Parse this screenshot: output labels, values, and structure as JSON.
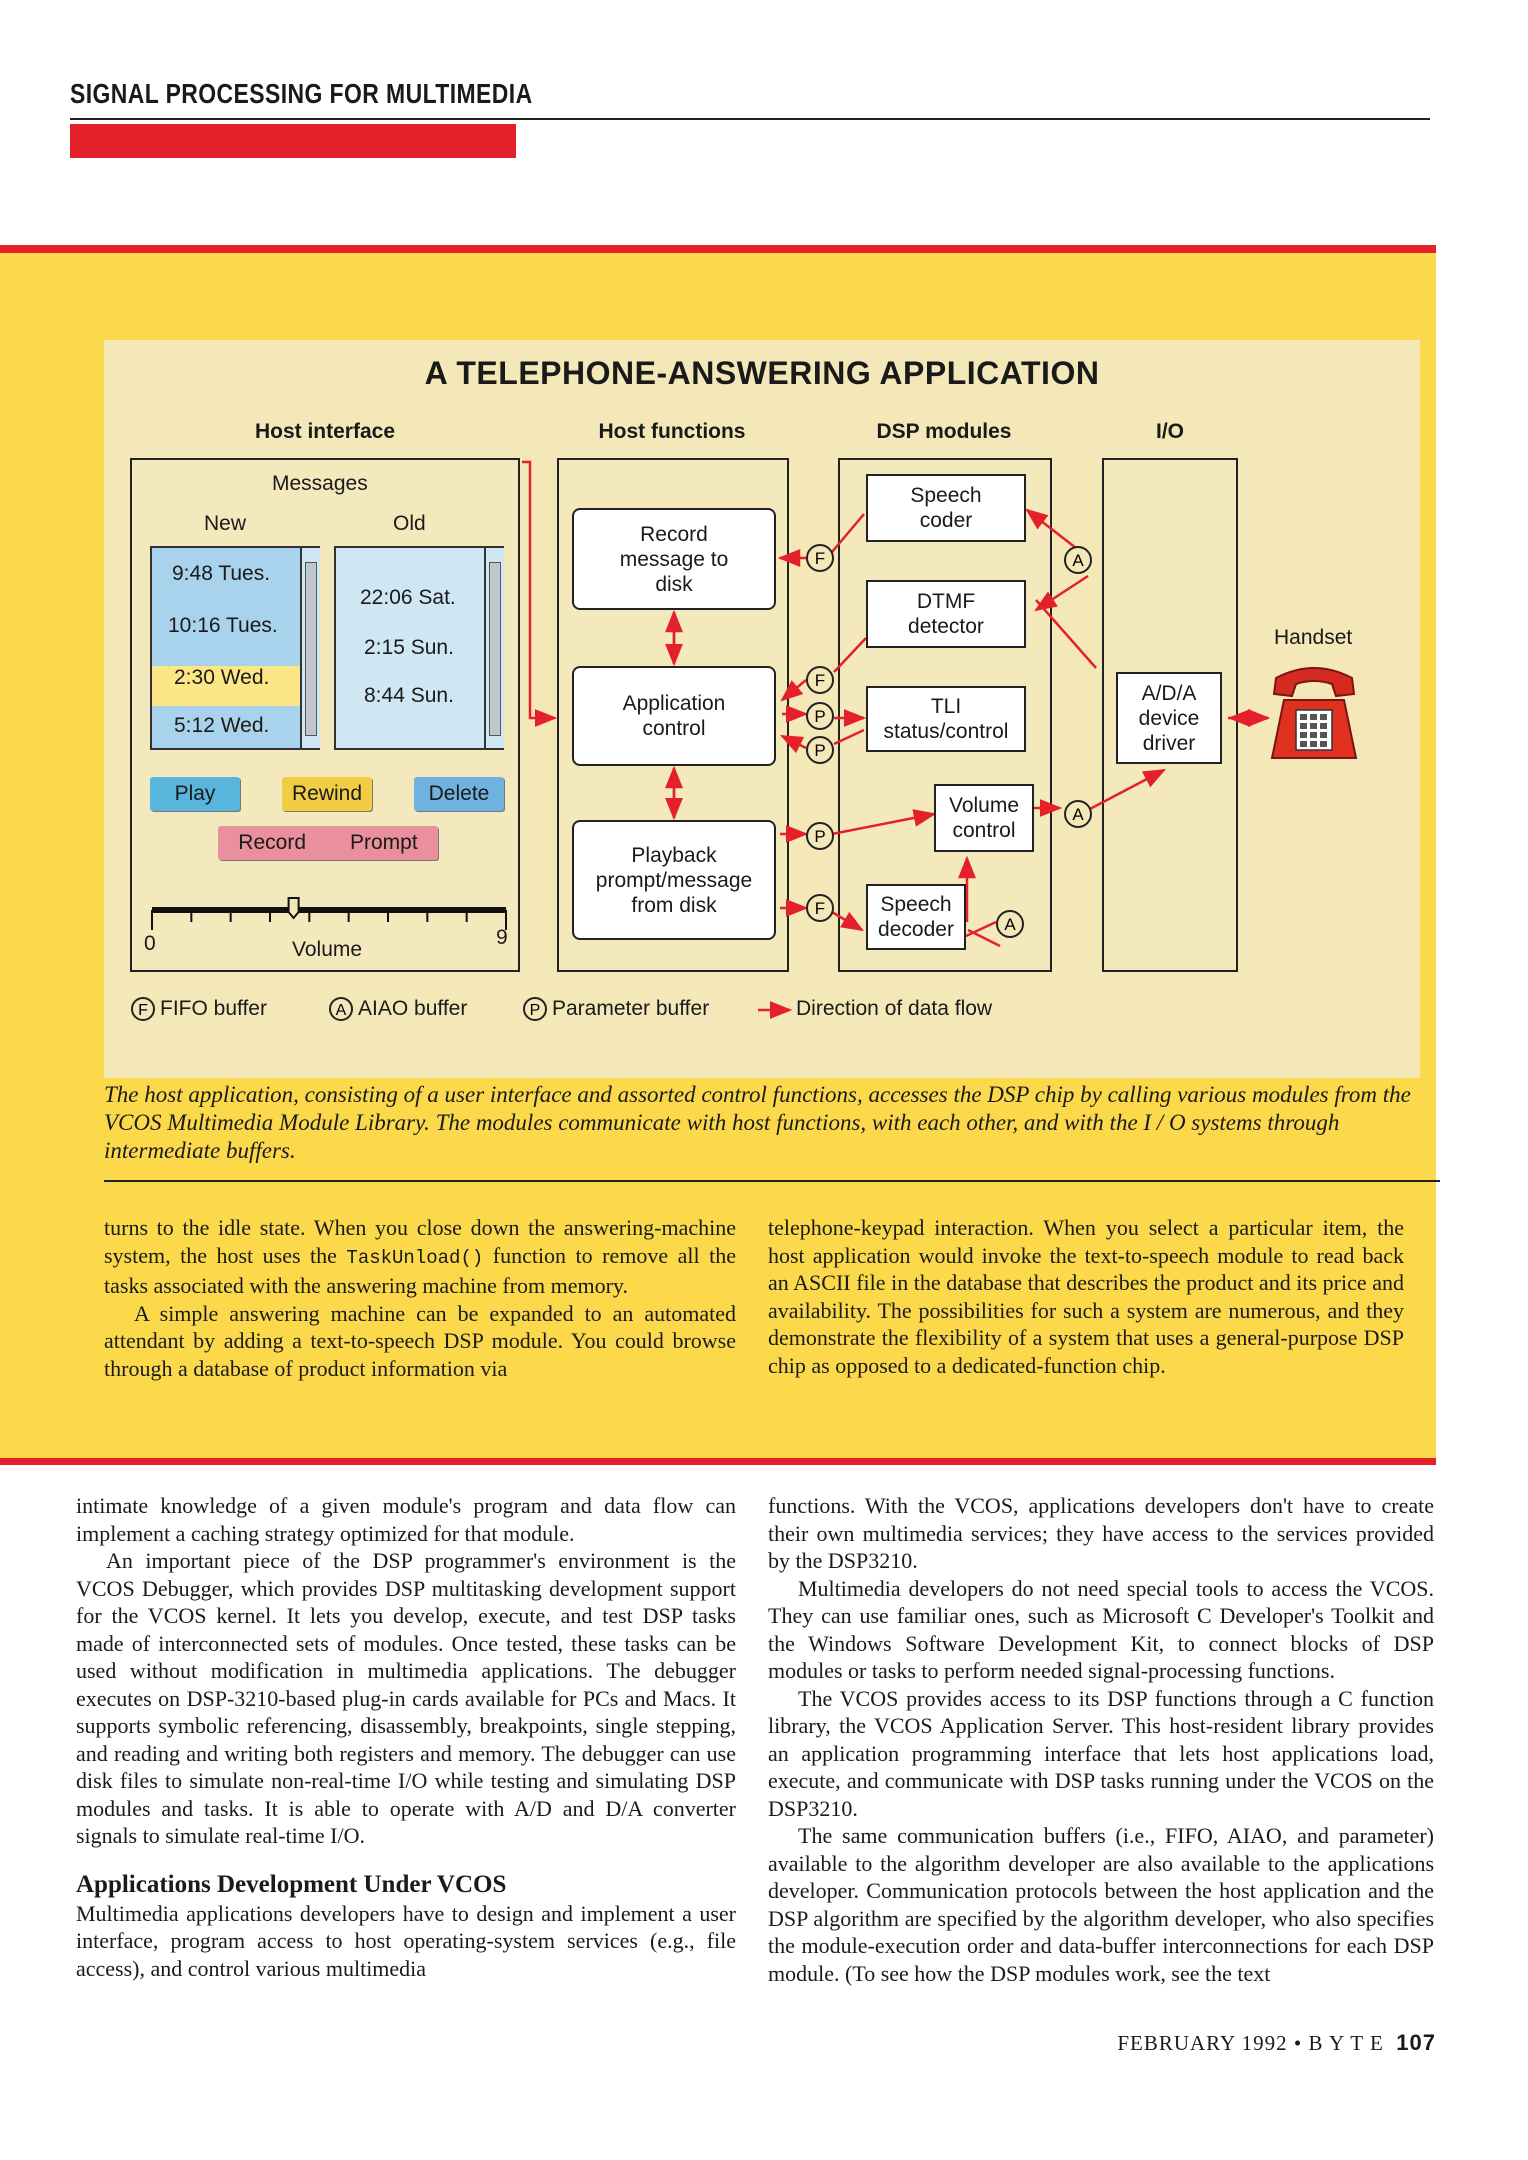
{
  "header": {
    "section_title": "SIGNAL PROCESSING FOR MULTIMEDIA"
  },
  "diagram": {
    "title": "A TELEPHONE-ANSWERING APPLICATION",
    "columns": {
      "host_interface": "Host interface",
      "host_functions": "Host functions",
      "dsp_modules": "DSP modules",
      "io": "I/O"
    },
    "host_interface": {
      "messages_label": "Messages",
      "new_label": "New",
      "old_label": "Old",
      "new_messages": [
        "9:48 Tues.",
        "10:16 Tues.",
        "2:30 Wed.",
        "5:12 Wed."
      ],
      "old_messages": [
        "22:06 Sat.",
        "2:15 Sun.",
        "8:44 Sun."
      ],
      "buttons": {
        "play": "Play",
        "rewind": "Rewind",
        "delete": "Delete",
        "record": "Record",
        "prompt": "Prompt"
      },
      "volume": {
        "label": "Volume",
        "min": "0",
        "max": "9",
        "level": 0.4
      }
    },
    "host_functions": {
      "record": "Record message to disk",
      "control": "Application control",
      "playback": "Playback prompt/message from disk"
    },
    "dsp_modules": {
      "speech_coder": "Speech coder",
      "dtmf": "DTMF detector",
      "tli": "TLI status/control",
      "volume": "Volume control",
      "speech_decoder": "Speech decoder"
    },
    "io": {
      "driver": "A/D/A device driver",
      "handset": "Handset"
    },
    "buffer_letters": {
      "fifo": "F",
      "aiao": "A",
      "param": "P"
    },
    "legend": {
      "fifo": "FIFO buffer",
      "aiao": "AIAO buffer",
      "param": "Parameter buffer",
      "flow": "Direction of data flow"
    },
    "colors": {
      "sidebar": "#fcd94b",
      "panel": "#f4e7b8",
      "red": "#e4212b",
      "list_new": "#a9d3ec",
      "list_old": "#cfe6f3",
      "highlight": "#fbe785",
      "play": "#58b6dc",
      "rewind": "#f2cc43",
      "delete": "#6fb2e0",
      "record": "#e9909c"
    }
  },
  "caption": "The host application, consisting of a user interface and assorted control functions, accesses the DSP chip by calling various modules from the VCOS Multimedia Module Library. The modules communicate with host functions, with each other, and with the I / O systems through intermediate buffers.",
  "sidebar_text": {
    "left_p1_a": "turns to the idle state. When you close down the answering-machine system, the host uses the ",
    "left_p1_code": "TaskUnload()",
    "left_p1_b": " function to remove all the tasks associated with the answering machine from memory.",
    "left_p2": "A simple answering machine can be expanded to an automated attendant by adding a text-to-speech DSP module. You could browse through a database of product information via",
    "right_p1": "telephone-keypad interaction. When you select a particular item, the host application would invoke the text-to-speech module to read back an ASCII file in the database that describes the product and its price and availability. The possibilities for such a system are numerous, and they demonstrate the flexibility of a system that uses a general-purpose DSP chip as opposed to a dedicated-function chip."
  },
  "body": {
    "left_p1": "intimate knowledge of a given module's program and data flow can implement a caching strategy optimized for that module.",
    "left_p2": "An important piece of the DSP programmer's environment is the VCOS Debugger, which provides DSP multitasking development support for the VCOS kernel. It lets you develop, execute, and test DSP tasks made of interconnected sets of modules. Once tested, these tasks can be used without modification in multimedia applications. The debugger executes on DSP-3210-based plug-in cards available for PCs and Macs. It supports symbolic referencing, disassembly, breakpoints, single stepping, and reading and writing both registers and memory. The debugger can use disk files to simulate non-real-time I/O while testing and simulating DSP modules and tasks. It is able to operate with A/D and D/A converter signals to simulate real-time I/O.",
    "left_heading": "Applications Development Under VCOS",
    "left_p3": "Multimedia applications developers have to design and implement a user interface, program access to host operating-system services (e.g., file access), and control various multimedia",
    "right_p1": "functions. With the VCOS, applications developers don't have to create their own multimedia services; they have access to the services provided by the DSP3210.",
    "right_p2": "Multimedia developers do not need special tools to access the VCOS. They can use familiar ones, such as Microsoft C Developer's Toolkit and the Windows Software Development Kit, to connect blocks of DSP modules or tasks to perform needed signal-processing functions.",
    "right_p3": "The VCOS provides access to its DSP functions through a C function library, the VCOS Application Server. This host-resident library provides an application programming interface that lets host applications load, execute, and communicate with DSP tasks running under the VCOS on the DSP3210.",
    "right_p4": "The same communication buffers (i.e., FIFO, AIAO, and parameter) available to the algorithm developer are also available to the applications developer. Communication protocols between the host application and the DSP algorithm are specified by the algorithm developer, who also specifies the module-execution order and data-buffer interconnections for each DSP module. (To see how the DSP modules work, see the text"
  },
  "footer": {
    "date": "FEBRUARY 1992",
    "magazine": "B Y T E",
    "page": "107"
  }
}
